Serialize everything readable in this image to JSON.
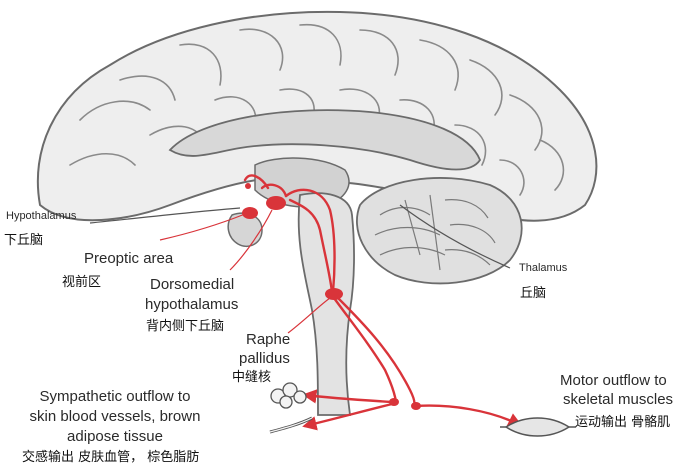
{
  "labels": {
    "hypothalamus": {
      "en": "Hypothalamus",
      "zh": "下丘脑"
    },
    "preoptic": {
      "en": "Preoptic area",
      "zh": "视前区"
    },
    "dorsomedial": {
      "en_line1": "Dorsomedial",
      "en_line2": "hypothalamus",
      "zh": "背内侧下丘脑"
    },
    "raphe": {
      "en_line1": "Raphe",
      "en_line2": "pallidus",
      "zh": "中缝核"
    },
    "thalamus": {
      "en": "Thalamus",
      "zh": "丘脑"
    },
    "sympathetic": {
      "en_line1": "Sympathetic outflow to",
      "en_line2": "skin blood vessels, brown",
      "en_line3": "adipose tissue",
      "zh": "交感输出 皮肤血管， 棕色脂肪"
    },
    "motor": {
      "en_line1": "Motor outflow to",
      "en_line2": "skeletal muscles",
      "zh": "运动输出 骨骼肌"
    }
  },
  "colors": {
    "pathway": "#d9343a",
    "brain_fill": "#e9e9e9",
    "brain_line": "#6b6b6b",
    "label_line": "#444444"
  }
}
